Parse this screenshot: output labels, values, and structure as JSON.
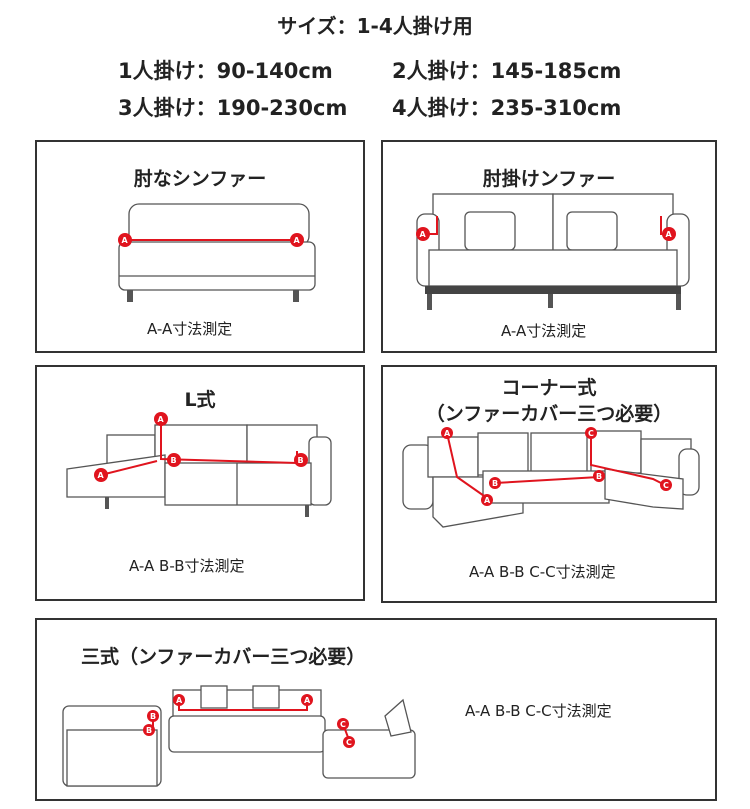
{
  "header": {
    "title": "サイズ：1-4人掛け用",
    "sizes": [
      "1人掛け：90-140cm",
      "2人掛け：145-185cm",
      "3人掛け：190-230cm",
      "4人掛け：235-310cm"
    ]
  },
  "panels": [
    {
      "title": "肘なシンファー",
      "caption": "A-A寸法測定"
    },
    {
      "title": "肘掛けンファー",
      "caption": "A-A寸法測定"
    },
    {
      "title": "L式",
      "caption": "A-A  B-B寸法測定"
    },
    {
      "title": "コーナー式",
      "subtitle": "（ンファーカバー三つ必要）",
      "caption": "A-A  B-B  C-C寸法測定"
    },
    {
      "title": "三式（ンファーカバー三つ必要）",
      "caption": "A-A  B-B  C-C寸法測定"
    }
  ],
  "colors": {
    "accent": "#e0141e"
  }
}
